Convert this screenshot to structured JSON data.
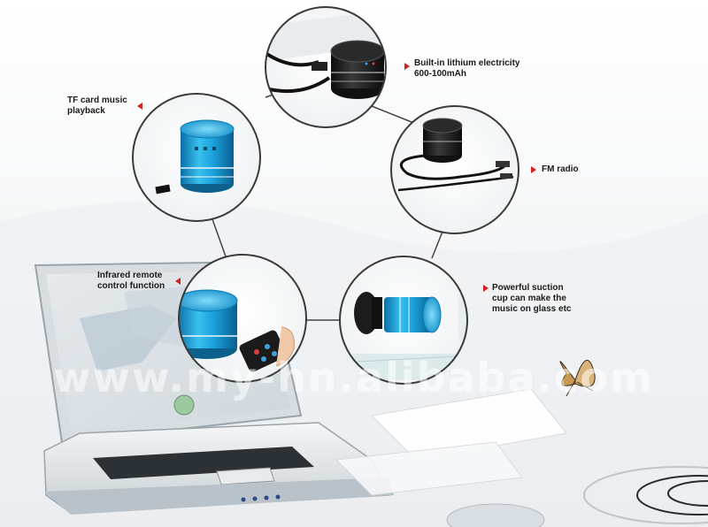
{
  "features": [
    {
      "id": "battery",
      "label": "Built-in lithium electricity\n600-100mAh"
    },
    {
      "id": "tf-card",
      "label": "TF card music\nplayback"
    },
    {
      "id": "fm",
      "label": "FM radio"
    },
    {
      "id": "remote",
      "label": "Infrared remote\ncontrol function"
    },
    {
      "id": "suction",
      "label": "Powerful suction\ncup can make the\nmusic on glass etc"
    }
  ],
  "watermark": "www.my-hn.alibaba.com",
  "colors": {
    "accent_arrow": "#d62020",
    "speaker_blue": "#1a9fd6",
    "speaker_black": "#1c1c1c"
  }
}
